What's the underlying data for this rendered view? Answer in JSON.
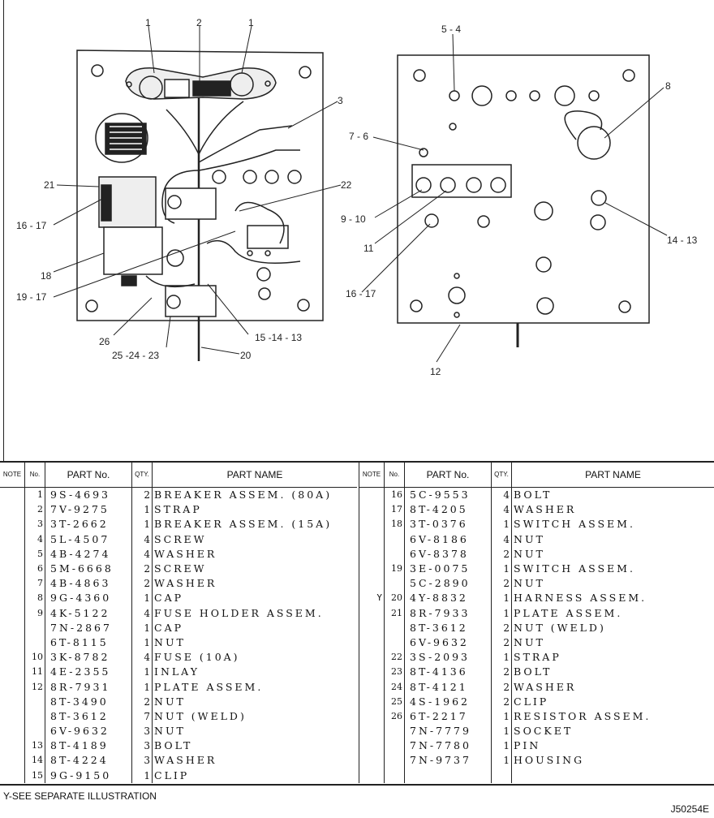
{
  "diagram": {
    "callouts_left": [
      "1",
      "2",
      "1",
      "3",
      "21",
      "16 - 17",
      "18",
      "19 - 17",
      "22",
      "26",
      "25 -24 - 23",
      "20",
      "15 -14 - 13"
    ],
    "callouts_right": [
      "5 - 4",
      "8",
      "7 - 6",
      "9 - 10",
      "11",
      "14 - 13",
      "16 - 17",
      "12"
    ]
  },
  "table": {
    "headers": {
      "note": "NOTE",
      "no": "No.",
      "part_no": "PART No.",
      "qty": "QTY.",
      "part_name": "PART NAME"
    },
    "left_rows": [
      {
        "note": "",
        "no": "1",
        "part_no": "9S-4693",
        "qty": "2",
        "name": "BREAKER ASSEM. (80A)"
      },
      {
        "note": "",
        "no": "2",
        "part_no": "7V-9275",
        "qty": "1",
        "name": "STRAP"
      },
      {
        "note": "",
        "no": "3",
        "part_no": "3T-2662",
        "qty": "1",
        "name": "BREAKER ASSEM. (15A)"
      },
      {
        "note": "",
        "no": "4",
        "part_no": "5L-4507",
        "qty": "4",
        "name": "SCREW"
      },
      {
        "note": "",
        "no": "5",
        "part_no": "4B-4274",
        "qty": "4",
        "name": "WASHER"
      },
      {
        "note": "",
        "no": "6",
        "part_no": "5M-6668",
        "qty": "2",
        "name": "SCREW"
      },
      {
        "note": "",
        "no": "7",
        "part_no": "4B-4863",
        "qty": "2",
        "name": "WASHER"
      },
      {
        "note": "",
        "no": "8",
        "part_no": "9G-4360",
        "qty": "1",
        "name": "CAP"
      },
      {
        "note": "",
        "no": "9",
        "part_no": "4K-5122",
        "qty": "4",
        "name": "FUSE HOLDER ASSEM."
      },
      {
        "note": "",
        "no": "",
        "part_no": "7N-2867",
        "qty": "1",
        "name": " CAP"
      },
      {
        "note": "",
        "no": "",
        "part_no": "6T-8115",
        "qty": "1",
        "name": " NUT"
      },
      {
        "note": "",
        "no": "10",
        "part_no": "3K-8782",
        "qty": "4",
        "name": "FUSE (10A)"
      },
      {
        "note": "",
        "no": "11",
        "part_no": "4E-2355",
        "qty": "1",
        "name": "INLAY"
      },
      {
        "note": "",
        "no": "12",
        "part_no": "8R-7931",
        "qty": "1",
        "name": "PLATE ASSEM."
      },
      {
        "note": "",
        "no": "",
        "part_no": "8T-3490",
        "qty": "2",
        "name": " NUT"
      },
      {
        "note": "",
        "no": "",
        "part_no": "8T-3612",
        "qty": "7",
        "name": " NUT (WELD)"
      },
      {
        "note": "",
        "no": "",
        "part_no": "6V-9632",
        "qty": "3",
        "name": " NUT"
      },
      {
        "note": "",
        "no": "13",
        "part_no": "8T-4189",
        "qty": "3",
        "name": "BOLT"
      },
      {
        "note": "",
        "no": "14",
        "part_no": "8T-4224",
        "qty": "3",
        "name": "WASHER"
      },
      {
        "note": "",
        "no": "15",
        "part_no": "9G-9150",
        "qty": "1",
        "name": "CLIP"
      }
    ],
    "right_rows": [
      {
        "note": "",
        "no": "16",
        "part_no": "5C-9553",
        "qty": "4",
        "name": "BOLT"
      },
      {
        "note": "",
        "no": "17",
        "part_no": "8T-4205",
        "qty": "4",
        "name": "WASHER"
      },
      {
        "note": "",
        "no": "18",
        "part_no": "3T-0376",
        "qty": "1",
        "name": "SWITCH ASSEM."
      },
      {
        "note": "",
        "no": "",
        "part_no": "6V-8186",
        "qty": "4",
        "name": " NUT"
      },
      {
        "note": "",
        "no": "",
        "part_no": "6V-8378",
        "qty": "2",
        "name": " NUT"
      },
      {
        "note": "",
        "no": "19",
        "part_no": "3E-0075",
        "qty": "1",
        "name": "SWITCH ASSEM."
      },
      {
        "note": "",
        "no": "",
        "part_no": "5C-2890",
        "qty": "2",
        "name": " NUT"
      },
      {
        "note": "Y",
        "no": "20",
        "part_no": "4Y-8832",
        "qty": "1",
        "name": "HARNESS ASSEM."
      },
      {
        "note": "",
        "no": "21",
        "part_no": "8R-7933",
        "qty": "1",
        "name": "PLATE ASSEM."
      },
      {
        "note": "",
        "no": "",
        "part_no": "8T-3612",
        "qty": "2",
        "name": " NUT (WELD)"
      },
      {
        "note": "",
        "no": "",
        "part_no": "6V-9632",
        "qty": "2",
        "name": " NUT"
      },
      {
        "note": "",
        "no": "22",
        "part_no": "3S-2093",
        "qty": "1",
        "name": "STRAP"
      },
      {
        "note": "",
        "no": "23",
        "part_no": "8T-4136",
        "qty": "2",
        "name": "BOLT"
      },
      {
        "note": "",
        "no": "24",
        "part_no": "8T-4121",
        "qty": "2",
        "name": "WASHER"
      },
      {
        "note": "",
        "no": "25",
        "part_no": "4S-1962",
        "qty": "2",
        "name": "CLIP"
      },
      {
        "note": "",
        "no": "26",
        "part_no": "6T-2217",
        "qty": "1",
        "name": "RESISTOR ASSEM."
      },
      {
        "note": "",
        "no": "",
        "part_no": "7N-7779",
        "qty": "1",
        "name": " SOCKET"
      },
      {
        "note": "",
        "no": "",
        "part_no": "7N-7780",
        "qty": "1",
        "name": " PIN"
      },
      {
        "note": "",
        "no": "",
        "part_no": "7N-9737",
        "qty": "1",
        "name": " HOUSING"
      },
      {
        "note": "",
        "no": "",
        "part_no": "",
        "qty": "",
        "name": ""
      }
    ]
  },
  "footnote": "Y-SEE SEPARATE ILLUSTRATION",
  "figure_number": "J50254E"
}
